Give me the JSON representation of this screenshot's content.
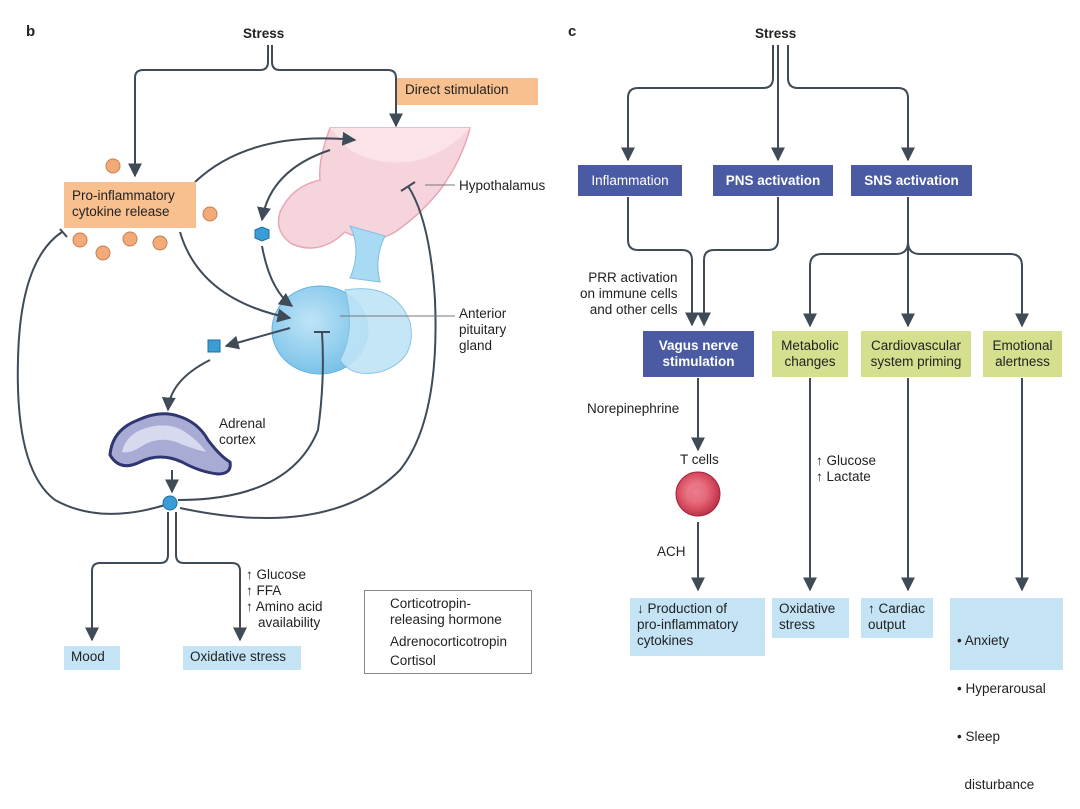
{
  "panel_b": {
    "panel_label": "b",
    "stress": "Stress",
    "direct_stimulation": "Direct stimulation",
    "pro_inflammatory": [
      "Pro-inflammatory",
      "cytokine release"
    ],
    "hypothalamus": "Hypothalamus",
    "anterior_pituitary": [
      "Anterior",
      "pituitary",
      "gland"
    ],
    "adrenal_cortex": [
      "Adrenal",
      "cortex"
    ],
    "availability": [
      "↑ Glucose",
      "↑ FFA",
      "↑ Amino acid",
      "availability"
    ],
    "mood": "Mood",
    "oxidative_stress": "Oxidative stress",
    "legend": {
      "crh": [
        "Corticotropin-",
        "releasing hormone"
      ],
      "acth": "Adrenocorticotropin",
      "cortisol": "Cortisol"
    },
    "colors": {
      "orange": "#f8c08e",
      "cytokine": "#f2aa78",
      "crh": "#3a9dd6",
      "pituitary": "#9fd3f0",
      "hypothalamus": "#f4c4cf",
      "adrenal": "#a8acd4"
    }
  },
  "panel_c": {
    "panel_label": "c",
    "stress": "Stress",
    "inflammation": "Inflammation",
    "pns_activation": "PNS activation",
    "sns_activation": "SNS activation",
    "prr_activation": [
      "PRR activation",
      "on immune cells",
      "and other cells"
    ],
    "vagus": [
      "Vagus nerve",
      "stimulation"
    ],
    "metabolic": [
      "Metabolic",
      "changes"
    ],
    "cardiovascular": [
      "Cardiovascular",
      "system priming"
    ],
    "emotional": [
      "Emotional",
      "alertness"
    ],
    "norepinephrine": "Norepinephrine",
    "t_cells": "T cells",
    "ach": "ACH",
    "glucose_lactate": [
      "↑ Glucose",
      "↑ Lactate"
    ],
    "production": [
      "↓ Production of",
      "pro-inflammatory",
      "cytokines"
    ],
    "oxidative_stress": [
      "Oxidative",
      "stress"
    ],
    "cardiac_output": [
      "↑ Cardiac",
      "output"
    ],
    "outcomes": [
      "• Anxiety",
      "• Hyperarousal",
      "• Sleep",
      "  disturbance"
    ],
    "colors": {
      "navy": "#4a5aa3",
      "lime": "#d5df8e",
      "light_blue": "#c4e3f5",
      "tcell": "#d8455a"
    }
  }
}
